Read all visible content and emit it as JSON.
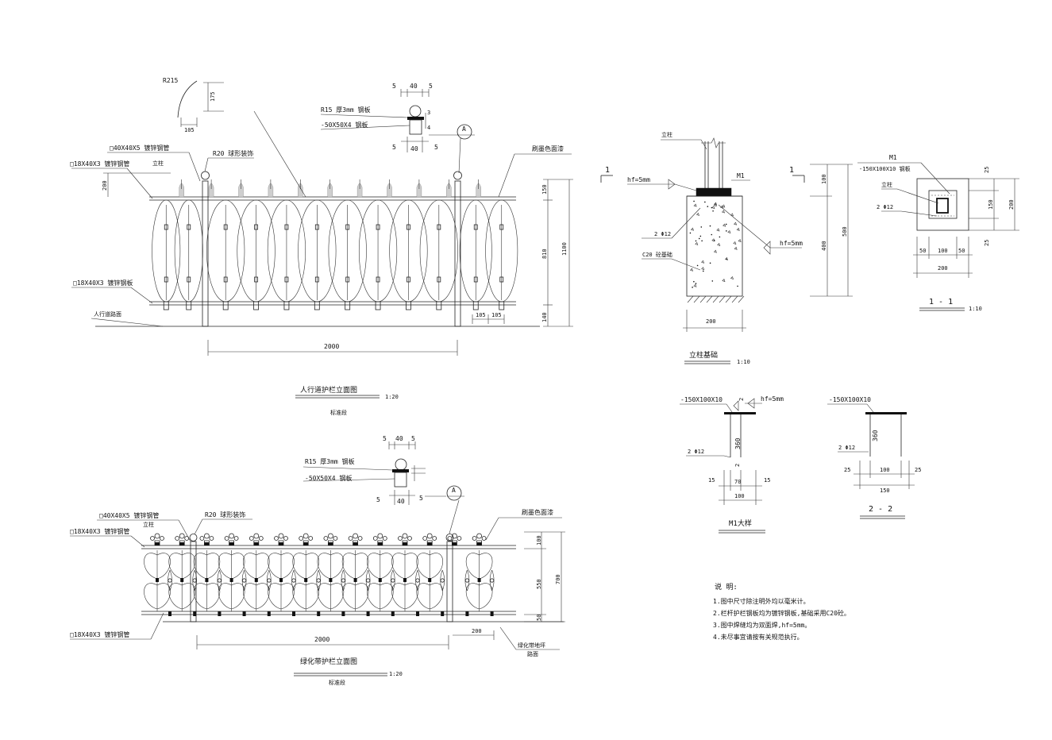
{
  "drawing1": {
    "title": "人行道护栏立面图",
    "scale": "1:20",
    "sub": "标准段",
    "labels": {
      "r215": "R215",
      "dim175": "175",
      "dim105": "105",
      "post_pipe": "□40X40X5 镀锌钢管",
      "post": "立柱",
      "top_rail": "□18X40X3 镀锌钢管",
      "ball": "R20 球形装饰",
      "dim200": "200",
      "bottom_rail": "□18X40X3 镀锌钢板",
      "ground": "人行道路面",
      "paint": "刷墨色面漆",
      "dim150": "150",
      "dim810": "810",
      "dim1100": "1100",
      "dim140": "140",
      "dim105a": "105",
      "dim105b": "105",
      "dim2000": "2000"
    },
    "detail": {
      "d5a": "5",
      "d40": "40",
      "d5b": "5",
      "ball_plate": "R15 厚3mm 钢板",
      "angle": "-50X50X4 钢板",
      "d3": "3",
      "d4": "4",
      "d5c": "5",
      "d40b": "40",
      "d5d": "5",
      "markA": "A"
    }
  },
  "drawing2": {
    "title": "绿化带护栏立面图",
    "scale": "1:20",
    "sub": "标准段",
    "labels": {
      "post_pipe": "□40X40X5 镀锌钢管",
      "post": "立柱",
      "top_rail": "□18X40X3 镀锌钢管",
      "ball": "R20 球形装饰",
      "bottom_rail": "□18X40X3 镀锌钢管",
      "paint": "刷墨色面漆",
      "dim100": "100",
      "dim550": "550",
      "dim700": "700",
      "dim50": "50",
      "dim2000": "2000",
      "dim200": "200",
      "ground1": "绿化带地坪",
      "ground2": "路面"
    },
    "detail": {
      "d5a": "5",
      "d40": "40",
      "d5b": "5",
      "ball_plate": "R15 厚3mm 钢板",
      "angle": "-50X50X4 钢板",
      "d5c": "5",
      "d40b": "40",
      "d5d": "5",
      "markA": "A"
    }
  },
  "foundation": {
    "title": "立柱基础",
    "scale": "1:10",
    "labels": {
      "post": "立柱",
      "sec1a": "1",
      "sec1b": "1",
      "hf1": "hf=5mm",
      "m1": "M1",
      "rebar": "2 Φ12",
      "concrete": "C20 砼基础",
      "hf2": "hf=5mm",
      "dim100": "100",
      "dim400": "400",
      "dim500": "500",
      "dim200": "200"
    }
  },
  "section11": {
    "title": "1 - 1",
    "scale": "1:10",
    "labels": {
      "m1": "M1",
      "plate": "-150X100X10 钢板",
      "post": "立柱",
      "rebar": "2 Φ12",
      "dim25a": "25",
      "dim150": "150",
      "dim200v": "200",
      "dim25b": "25",
      "dim50a": "50",
      "dim100": "100",
      "dim50b": "50",
      "dim200h": "200"
    }
  },
  "m1detail": {
    "title": "M1大样",
    "labels": {
      "plate": "-150X100X10",
      "hf": "hf=5mm",
      "weld": "2",
      "rebar": "2 Φ12",
      "dim360": "360",
      "weld2": "2",
      "dim15a": "15",
      "dim70": "70",
      "dim15b": "15",
      "dim100": "100"
    }
  },
  "section22": {
    "title": "2 - 2",
    "labels": {
      "plate": "-150X100X10",
      "rebar": "2 Φ12",
      "dim360": "360",
      "dim25a": "25",
      "dim100": "100",
      "dim25b": "25",
      "dim150": "150"
    }
  },
  "notes": {
    "heading": "说    明:",
    "items": [
      "1.图中尺寸除注明外均以毫米计。",
      "2.栏杆护栏钢板均为镀锌钢板,基础采用C20砼。",
      "3.图中焊缝均为双面焊,hf=5mm。",
      "4.未尽事宜请按有关规范执行。"
    ]
  }
}
